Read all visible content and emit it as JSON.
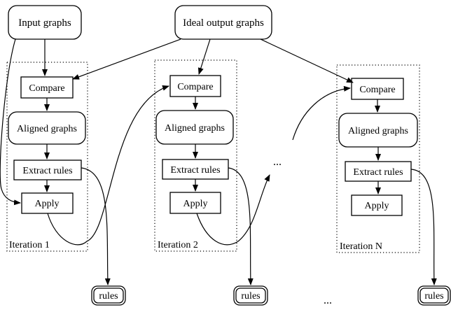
{
  "diagram": {
    "input_graphs": "Input graphs",
    "ideal_output_graphs": "Ideal output graphs",
    "iterations": [
      {
        "label": "Iteration 1",
        "compare": "Compare",
        "aligned": "Aligned graphs",
        "extract": "Extract rules",
        "apply": "Apply",
        "rules": "rules"
      },
      {
        "label": "Iteration 2",
        "compare": "Compare",
        "aligned": "Aligned graphs",
        "extract": "Extract rules",
        "apply": "Apply",
        "rules": "rules"
      },
      {
        "label": "Iteration N",
        "compare": "Compare",
        "aligned": "Aligned graphs",
        "extract": "Extract rules",
        "apply": "Apply",
        "rules": "rules"
      }
    ],
    "ellipsis_middle": "...",
    "ellipsis_bottom": "..."
  }
}
